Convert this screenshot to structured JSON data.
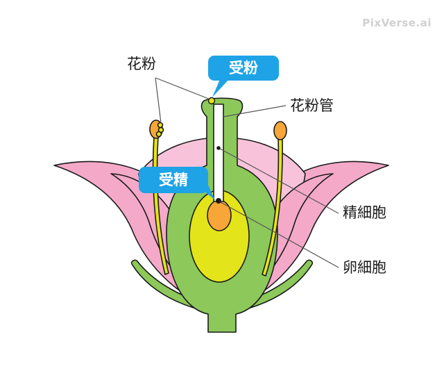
{
  "labels": {
    "pollen": "花粉",
    "pollination": "受粉",
    "pollen_tube": "花粉管",
    "fertilization": "受精",
    "sperm_cell": "精細胞",
    "egg_cell": "卵細胞"
  },
  "watermark": "PixVerse.ai",
  "colors": {
    "petal_outer": "#f4a9c8",
    "petal_inner": "#f8c3da",
    "pistil": "#8cc85a",
    "ovary_inner": "#e3e419",
    "ovule": "#f7a637",
    "callout": "#1ea3e6",
    "outline": "#1a1a1a"
  }
}
